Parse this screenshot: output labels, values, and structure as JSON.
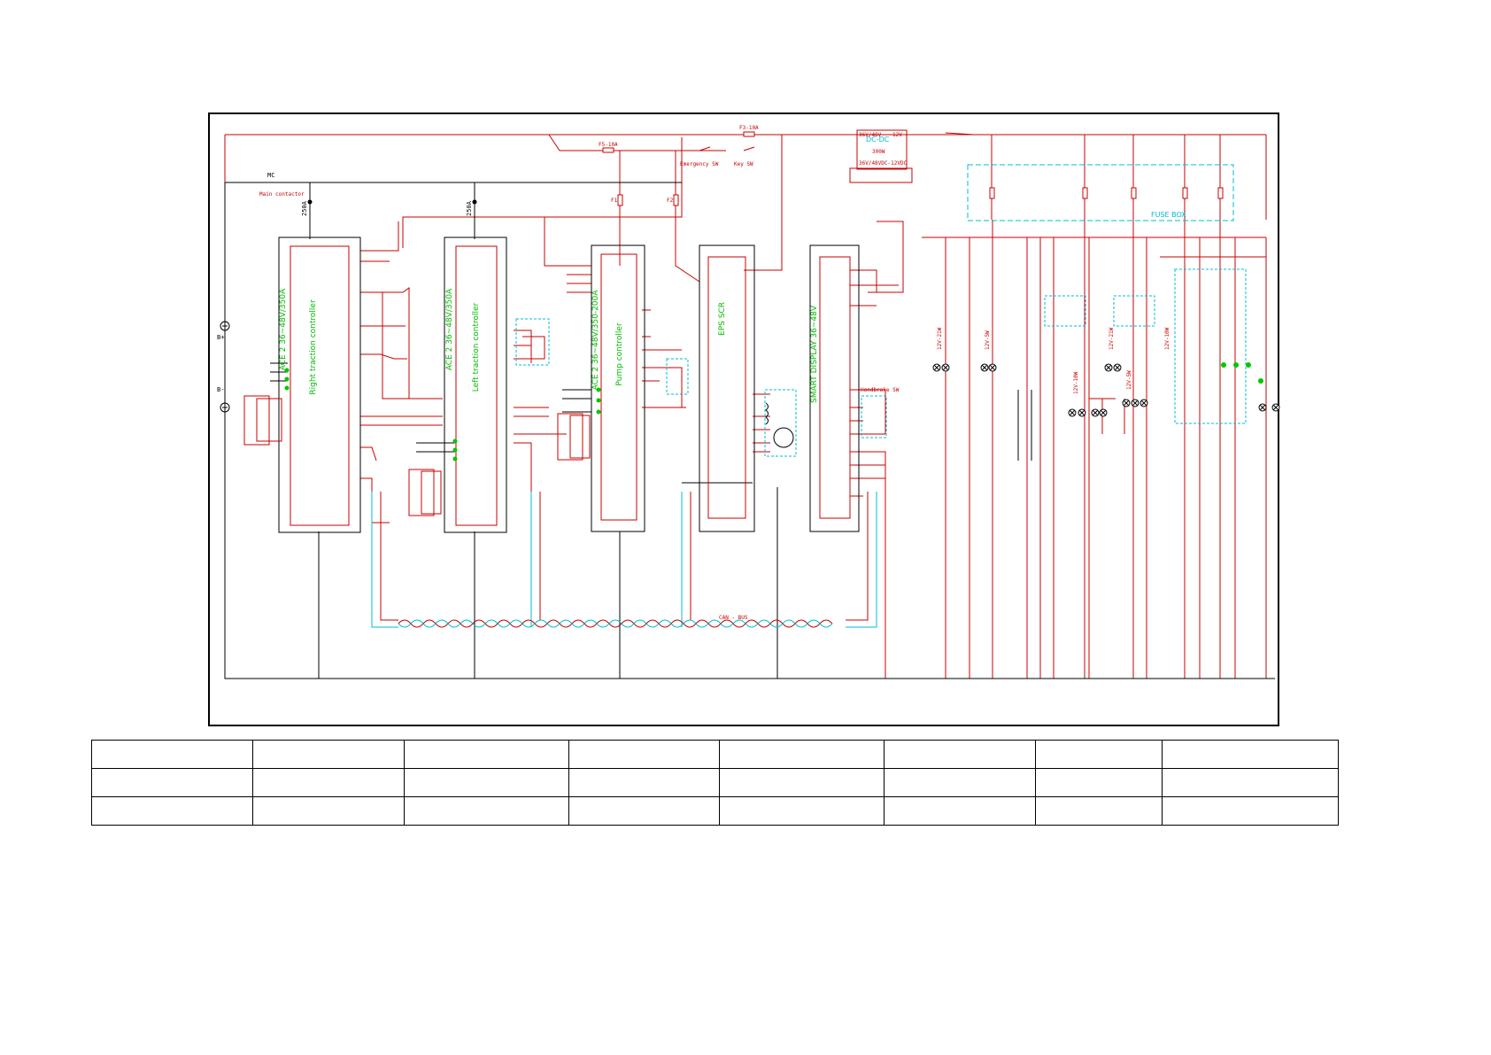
{
  "diagram": {
    "main_contactor": {
      "ref": "MC",
      "label": "Main contactor"
    },
    "fuses": [
      {
        "id": "F3",
        "label": "F3-10A"
      },
      {
        "id": "F5",
        "label": "F5-10A"
      },
      {
        "id": "F1",
        "label": "F1"
      },
      {
        "id": "F2",
        "label": "F2"
      }
    ],
    "rated_currents": [
      "250A",
      "250A"
    ],
    "controllers": [
      {
        "id": "right-traction",
        "title": "ACE 2 36~48V/350A",
        "subtitle": "Right traction controller"
      },
      {
        "id": "left-traction",
        "title": "ACE 2 36~48V/350A",
        "subtitle": "Left traction controller"
      },
      {
        "id": "pump",
        "title": "ACE 2 36~48V/350-200A",
        "subtitle": "Pump controller"
      },
      {
        "id": "eps",
        "title": "EPS SCR",
        "subtitle": ""
      },
      {
        "id": "display",
        "title": "SMART DISPLAY 36~48V",
        "subtitle": ""
      }
    ],
    "dcdc": {
      "title": "DC-DC",
      "lines": [
        "36V/48V~",
        "12V",
        "300W",
        "36V/48VDC-12VDC"
      ]
    },
    "fuse_box_label": "FUSE BOX",
    "labels": {
      "emergency": "Emergency SW",
      "key": "Key SW",
      "battery_pos": "B+",
      "battery_neg": "B-",
      "can_bus": "CAN - BUS",
      "bottom_note": "B-",
      "hand_brake": "Handbrake SW"
    },
    "lamp_labels": [
      "12V-21W",
      "12V-5W",
      "12V-10W",
      "12V-21W",
      "12V-5W",
      "12V-10W"
    ]
  },
  "title_block": {
    "rows": [
      [
        "",
        "",
        "",
        "",
        "",
        "",
        "",
        ""
      ],
      [
        "",
        "",
        "",
        "",
        "",
        "",
        "",
        ""
      ],
      [
        "",
        "",
        "",
        "",
        "",
        "",
        "",
        ""
      ]
    ]
  },
  "colors": {
    "power": "#c80000",
    "ground": "#000000",
    "signal": "#00c800",
    "can": "#00bcd4"
  }
}
